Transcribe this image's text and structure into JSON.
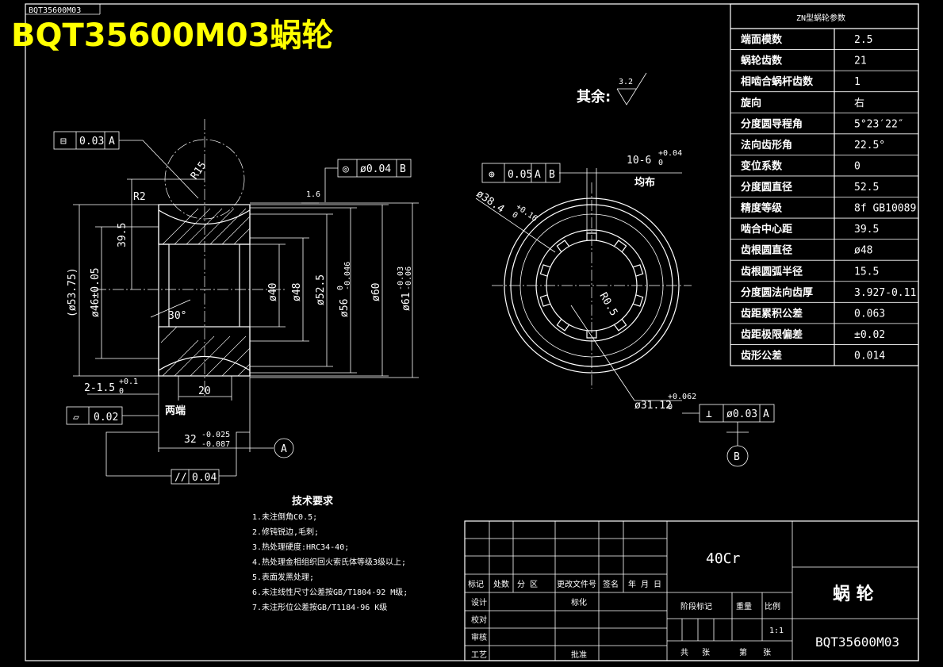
{
  "header": {
    "title": "BQT35600M03蜗轮",
    "mirrored_stamp": "BQT35600M03"
  },
  "surface_finish": {
    "label": "其余:",
    "value": "3.2"
  },
  "left_view": {
    "tol_flatness": {
      "symbol": "⊟",
      "value": "0.03",
      "datum": "A"
    },
    "tol_concentric": {
      "symbol": "◎",
      "value": "ø0.04",
      "datum": "B"
    },
    "tol_parallel_small": {
      "symbol": "▱",
      "value": "0.02"
    },
    "tol_parallel": {
      "symbol": "//",
      "value": "0.04"
    },
    "radius_r15": "R15",
    "radius_r2": "R2",
    "dim_39_5": "39.5",
    "dim_53_75": "(ø53.75)",
    "dim_46": "ø46±0.05",
    "dim_40": "ø40",
    "dim_48": "ø48",
    "dim_52_5": "ø52.5",
    "dim_56": "ø56",
    "dim_56_tol_up": "0",
    "dim_56_tol_low": "-0.046",
    "dim_60": "ø60",
    "dim_61": "ø61",
    "dim_61_tol_up": "-0.03",
    "dim_61_tol_low": "-0.06",
    "angle_30": "30°",
    "chamfer": "2-1.5",
    "chamfer_tol_up": "+0.1",
    "chamfer_tol_low": "0",
    "dim_20": "20",
    "both_ends": "两端",
    "dim_32": "32",
    "dim_32_tol_up": "-0.025",
    "dim_32_tol_low": "-0.087",
    "datum_a": "A",
    "finish_16": "1.6"
  },
  "right_view": {
    "tol_position": {
      "symbol": "⊕",
      "value": "0.05",
      "datum1": "A",
      "datum2": "B"
    },
    "dim_38_4": "ø38.4",
    "dim_38_4_tol_up": "+0.16",
    "dim_38_4_tol_low": "0",
    "slots": "10-6",
    "slots_tol_up": "+0.04",
    "slots_tol_low": "0",
    "uniform": "均布",
    "radius_r0_5": "R0.5",
    "bore": "ø31.12",
    "bore_tol_up": "+0.062",
    "bore_tol_low": "0",
    "tol_perp": {
      "symbol": "⊥",
      "value": "ø0.03",
      "datum": "A"
    },
    "datum_b": "B"
  },
  "param_table": {
    "title": "ZN型蜗轮参数",
    "rows": [
      {
        "label": "端面模数",
        "value": "2.5"
      },
      {
        "label": "蜗轮齿数",
        "value": "21"
      },
      {
        "label": "相啮合蜗杆齿数",
        "value": "1"
      },
      {
        "label": "旋向",
        "value": "右"
      },
      {
        "label": "分度圆导程角",
        "value": "5°23′22″"
      },
      {
        "label": "法向齿形角",
        "value": "22.5°"
      },
      {
        "label": "变位系数",
        "value": "0"
      },
      {
        "label": "分度圆直径",
        "value": "52.5"
      },
      {
        "label": "精度等级",
        "value": "8f GB10089"
      },
      {
        "label": "啮合中心距",
        "value": "39.5"
      },
      {
        "label": "齿根圆直径",
        "value": "ø48"
      },
      {
        "label": "齿根圆弧半径",
        "value": "15.5"
      },
      {
        "label": "分度圆法向齿厚",
        "value": "3.927-0.11"
      },
      {
        "label": "齿距累积公差",
        "value": "0.063"
      },
      {
        "label": "齿距极限偏差",
        "value": "±0.02"
      },
      {
        "label": "齿形公差",
        "value": "0.014"
      }
    ]
  },
  "tech_req": {
    "title": "技术要求",
    "items": [
      "1.未注倒角C0.5;",
      "2.修钝锐边,毛刺;",
      "3.热处理硬度:HRC34-40;",
      "4.热处理金相组织回火索氏体等级3级以上;",
      "5.表面发黑处理;",
      "6.未注线性尺寸公差按GB/T1804-92 M级;",
      "7.未注形位公差按GB/T1184-96 K级"
    ]
  },
  "title_block": {
    "material": "40Cr",
    "part_name": "蜗  轮",
    "drawing_no": "BQT35600M03",
    "rev_headers": [
      "标记",
      "处数",
      "分 区",
      "更改文件号",
      "签名",
      "年 月 日"
    ],
    "design": "设计",
    "standardize": "标化",
    "check": "校对",
    "review": "审核",
    "process": "工艺",
    "approve": "批准",
    "stage_mark": "阶段标记",
    "weight": "重量",
    "scale": "比例",
    "scale_value": "1:1",
    "total": "共",
    "sheets": "张",
    "sheet_no": "第",
    "sheet_unit": "张"
  }
}
